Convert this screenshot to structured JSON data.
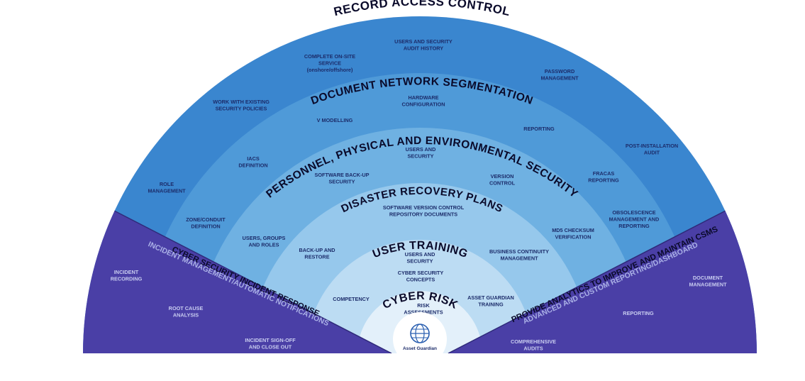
{
  "colors": {
    "ring1": "#3a86cf",
    "ring2": "#4f9ad8",
    "ring3": "#6fb1e2",
    "ring4": "#96c8ec",
    "ring5": "#bcdcf3",
    "ring6": "#e3f0fa",
    "side": "#4a3fa6",
    "side_light_text": "#aab0e6",
    "title_text": "#0a0a2a",
    "item_text": "#1c2c6a"
  },
  "rings": [
    {
      "title": "RECORD ACCESS CONTROL",
      "items": [
        [
          "USERS AND SECURITY",
          "AUDIT HISTORY"
        ],
        [
          "COMPLETE ON-SITE",
          "SERVICE",
          "(onshore/offshore)"
        ],
        [
          "PASSWORD",
          "MANAGEMENT"
        ],
        [
          "WORK WITH EXISTING",
          "SECURITY POLICIES"
        ],
        [
          "POST-INSTALLATION",
          "AUDIT"
        ],
        [
          "ROLE",
          "MANAGEMENT"
        ]
      ]
    },
    {
      "title": "DOCUMENT NETWORK SEGMENTATION",
      "items": [
        [
          "HARDWARE",
          "CONFIGURATION"
        ],
        [
          "V MODELLING"
        ],
        [
          "REPORTING"
        ],
        [
          "IACS",
          "DEFINITION"
        ],
        [
          "FRACAS",
          "REPORTING"
        ],
        [
          "ZONE/CONDUIT",
          "DEFINITION"
        ],
        [
          "OBSOLESCENCE",
          "MANAGEMENT AND",
          "REPORTING"
        ]
      ]
    },
    {
      "title": "PERSONNEL, PHYSICAL AND ENVIRONMENTAL SECURITY",
      "items": [
        [
          "USERS AND",
          "SECURITY"
        ],
        [
          "SOFTWARE BACK-UP",
          "SECURITY"
        ],
        [
          "VERSION",
          "CONTROL"
        ],
        [
          "USERS, GROUPS",
          "AND ROLES"
        ],
        [
          "MD5 CHECKSUM",
          "VERIFICATION"
        ]
      ]
    },
    {
      "title": "DISASTER RECOVERY PLANS",
      "items": [
        [
          "SOFTWARE VERSION CONTROL",
          "REPOSITORY DOCUMENTS"
        ],
        [
          "BACK-UP AND",
          "RESTORE"
        ],
        [
          "BUSINESS CONTINUITY",
          "MANAGEMENT"
        ]
      ]
    },
    {
      "title": "USER TRAINING",
      "items": [
        [
          "USERS AND",
          "SECURITY"
        ],
        [
          "CYBER SECURITY",
          "CONCEPTS"
        ],
        [
          "COMPETENCY"
        ],
        [
          "ASSET GUARDIAN",
          "TRAINING"
        ]
      ]
    },
    {
      "title": "CYBER RISK",
      "items": [
        [
          "RISK",
          "ASSESSMENTS"
        ]
      ]
    }
  ],
  "left_sector": {
    "title": "CYBER SECURITY INCIDENT RESPONSE",
    "subtitle": "INCIDENT MANAGEMENT/AUTOMATIC NOTIFICATIONS",
    "items": [
      [
        "INCIDENT",
        "RECORDING"
      ],
      [
        "ROOT CAUSE",
        "ANALYSIS"
      ],
      [
        "INCIDENT SIGN-OFF",
        "AND CLOSE OUT"
      ]
    ]
  },
  "right_sector": {
    "title": "PROVIDE ANALYTICS TO IMPROVE AND MAINTAIN CSMS",
    "subtitle": "ADVANCED AND CUSTOM REPORTING/DASHBOARD",
    "items": [
      [
        "DOCUMENT",
        "MANAGEMENT"
      ],
      [
        "REPORTING"
      ],
      [
        "COMPREHENSIVE",
        "AUDITS"
      ]
    ]
  },
  "logo": {
    "icon": "globe-icon",
    "text": "Asset Guardian"
  }
}
